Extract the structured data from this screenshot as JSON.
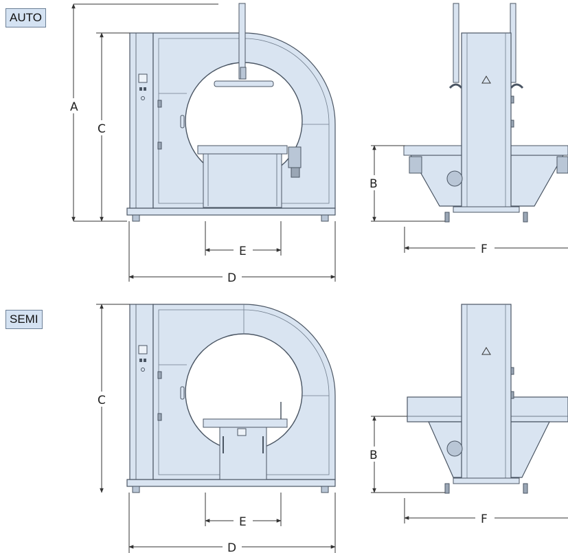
{
  "variants": [
    {
      "label": "AUTO"
    },
    {
      "label": "SEMI"
    }
  ],
  "dimensions": {
    "A": "A",
    "B": "B",
    "C": "C",
    "D": "D",
    "E": "E",
    "F": "F"
  },
  "colors": {
    "machine_fill": "#d9e4f1",
    "machine_stroke": "#4a5563",
    "dim_line": "#333333",
    "badge_fill": "#d4e2f2"
  }
}
